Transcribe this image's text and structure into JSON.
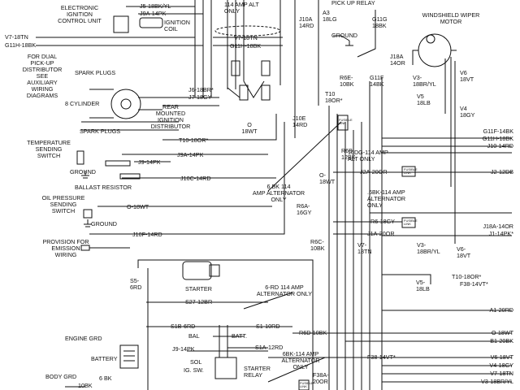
{
  "labels": {
    "eicu": "ELECTRONIC\nIGNITION\nCONTROL UNIT",
    "ign_coil": "IGNITION\nCOIL",
    "alt_114_top": "114 AMP ALT\nONLY",
    "a3": "A3\n18LG",
    "pickup_relay": "PICK UP RELAY",
    "wiper_motor": "WINDSHIELD WIPER\nMOTOR",
    "dual_pickup": "FOR DUAL\nPICK-UP\nDISTRIBUTOR\nSEE\nAUXILIARY\nWIRING\nDIAGRAMS",
    "spark_plugs_top": "SPARK PLUGS",
    "cyl8": "8 CYLINDER",
    "spark_plugs_bot": "SPARK PLUGS",
    "rear_dist": "REAR\nMOUNTED\nIGNITION\nDISTRIBUTOR",
    "temp_switch": "TEMPERATURE\nSENDING\nSWITCH",
    "ground1": "GROUND",
    "ground2": "GROUND",
    "ground3": "GROUND",
    "ballast": "BALLAST RESISTOR",
    "oil_switch": "OIL PRESSURE\nSENDING\nSWITCH",
    "emission": "PROVISION FOR\nEMISSION\nWIRING",
    "starter": "STARTER",
    "alt_6bk": "6 BK 114\nAMP ALTERNATOR\nONLY",
    "alt_6rd": "6-RD 114 AMP\nALTERNATOR ONLY",
    "alt_10dg": "10DG-114 AMP\nALT ONLY",
    "alt_6bk_r": ".6BK-114 AMP\nALTERNATOR\nONLY",
    "alt_6bk_b": "6BK-114 AMP\nALTERNATOR\nONLY",
    "engine_grd": "ENGINE GRD",
    "battery": "BATTERY",
    "six_bk": "6 BK",
    "body_grd": "BODY GRD",
    "bal": "BAL",
    "batt": "BATT.",
    "sol": "SOL",
    "ig_sw": "IG. SW.",
    "starter_relay": "STARTER\nRELAY",
    "fusible1": "FUSIBLE\nLINK",
    "fusible2": "FUSIBLE\nLINK",
    "fusible3": "FUSIBLE\nLINK",
    "fusible4": "FUSIBLE\nLINK"
  },
  "wire_codes": {
    "j5": "J5-18BK/YL",
    "j9a_top": "J9A-14PK",
    "v7_18tn_left": "V7-18TN",
    "g11h_left": "G11H-18BK",
    "v7_18tn_mid": "V7-18TN",
    "g11h_mid": "G11H-18BK",
    "j10a": "J10A\n14RD",
    "g11g": "G11G\n18BK",
    "j18a": "J18A\n14OR",
    "v6_top": "V6\n18VT",
    "v3_top": "V3-\n18BR/YL",
    "v5_top": "V5\n18LB",
    "v4_top": "V4\n18GY",
    "g11f": "G11F\n14BK",
    "r6e": "R6E-\n10BK",
    "t10_top": "T10\n18OR*",
    "j6": "J6-18BR*",
    "j7": "J7-18GY",
    "o_18wt_top": "O\n18WT",
    "j10e": "J10E\n14RD",
    "t10_mid": "T10-18OR*",
    "j9a_mid": "J9A-14PK",
    "j9_mid": "J9-14PK",
    "j10c": "J10C-14RD",
    "r6b": "R6B\n12BK",
    "j2a": "J2A-20OR",
    "o_18wt_mid": "O-\n18WT",
    "r6a": "R6A-\n16GY",
    "o_18wt_oil": "O-18WT",
    "j10f": "J10F-14RD",
    "r6_18gy": "R6-18GY",
    "j1a": "J1A-20OR",
    "r6c": "R6C-\n10BK",
    "v7_18tn_c": "V7-\n18TN",
    "v3_mid": "V3-\n18BR/YL",
    "v6_mid": "V6-\n18VT",
    "s5": "S5-\n6RD",
    "t10_lower": "T10-18OR*",
    "f38_lower": "F38-14VT*",
    "v5_lower": "V5-\n18LB",
    "s27": "S27-12BR",
    "s1b": "S1B-6RD",
    "s1": "S1-10RD",
    "r6d": "R6D-10BK",
    "j9_bot": "J9-14PK",
    "s1a": "S1A-12RD",
    "f38_bot": "F38-14VT*",
    "f38a": "F38A-\n20OR",
    "body_10bk": "10BK",
    "plus10bk": "10BK"
  },
  "right_list": [
    "G11F-14BK",
    "G11H-18BK",
    "J10-14RD",
    "J2-12DB",
    "J18A-14OR",
    "J1-14PK*",
    "A1-20RD",
    "O-18WT",
    "B1-20BK",
    "V6-18VT",
    "V4-18GY",
    "V7-18TN",
    "V3-18BR/YL"
  ],
  "colors": {
    "ink": "#111111",
    "paper": "#ffffff"
  },
  "icons": {
    "eicu": "control-unit-icon",
    "coil": "ignition-coil-icon",
    "distributor": "distributor-icon",
    "wiper": "wiper-motor-icon",
    "battery": "battery-icon",
    "starter": "starter-motor-icon",
    "relay": "relay-icon"
  }
}
